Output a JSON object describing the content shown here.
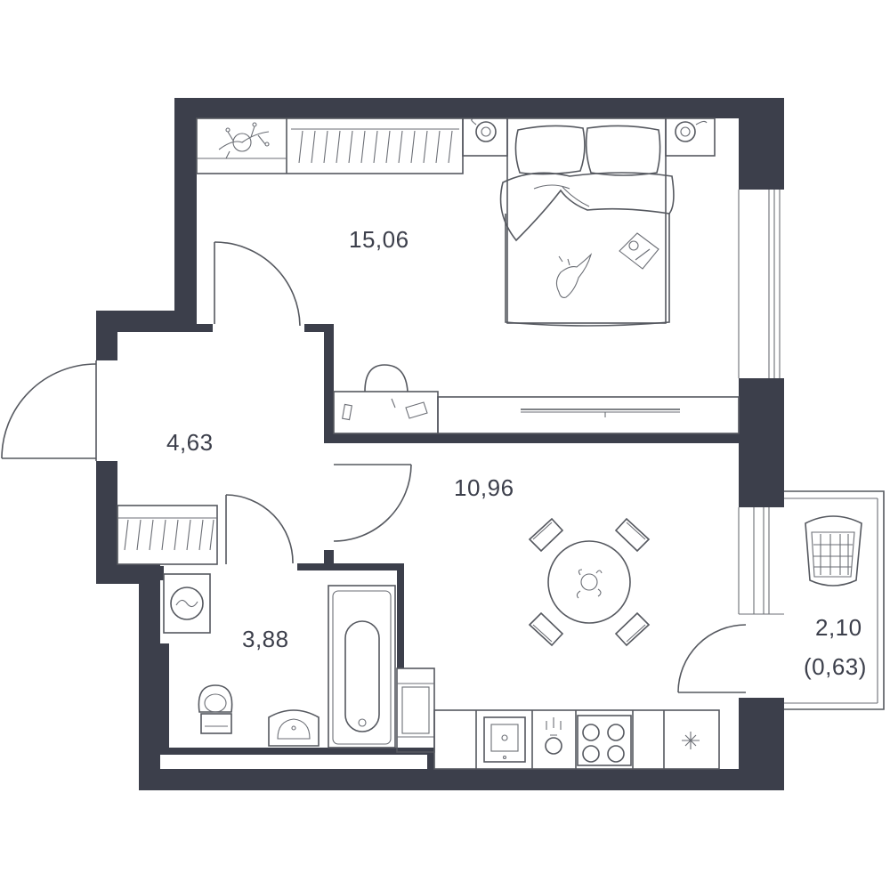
{
  "floorplan": {
    "rooms": [
      {
        "id": "bedroom",
        "area": "15,06"
      },
      {
        "id": "hallway",
        "area": "4,63"
      },
      {
        "id": "kitchen-living",
        "area": "10,96"
      },
      {
        "id": "bathroom",
        "area": "3,88"
      },
      {
        "id": "balcony",
        "area": "2,10",
        "reduced_area": "(0,63)"
      }
    ],
    "colors": {
      "walls": "#3c3f4b",
      "lines": "#55585f",
      "background": "#ffffff"
    }
  }
}
